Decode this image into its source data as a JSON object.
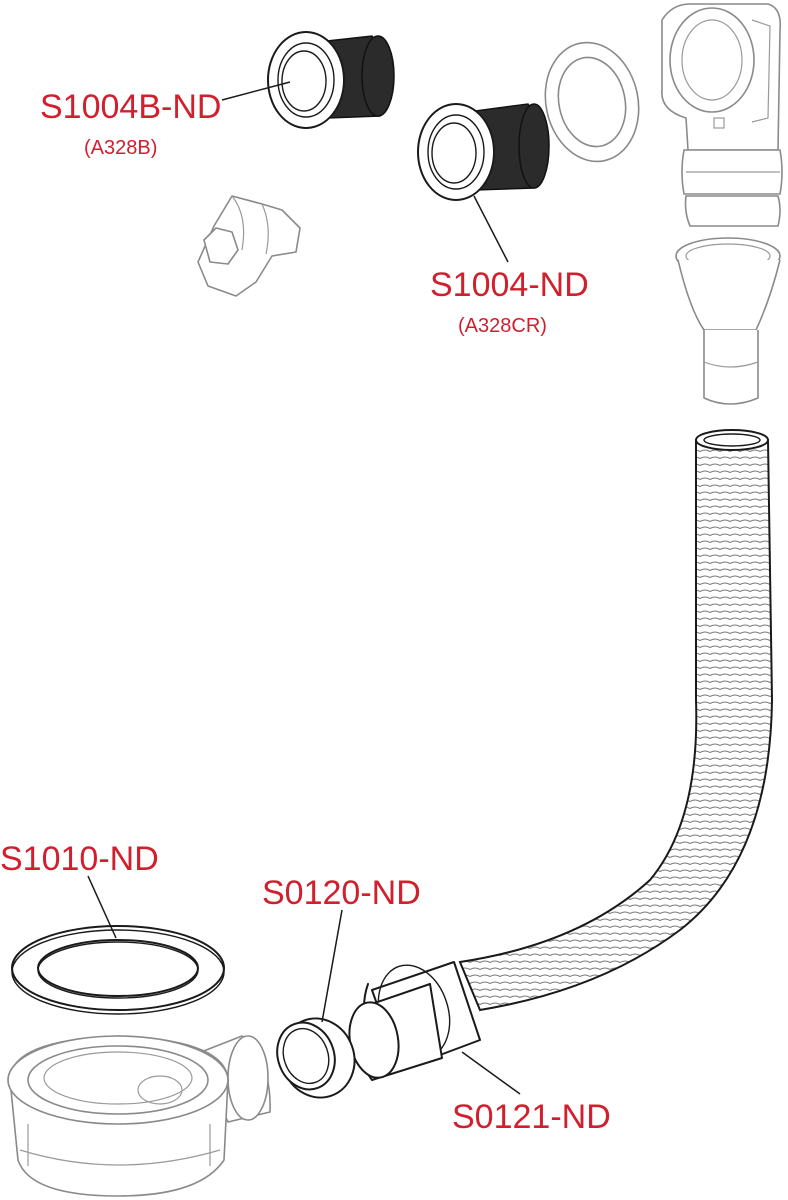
{
  "colors": {
    "label": "#d0202e",
    "line": "#1a1a1a",
    "ghost": "#9a9a9a"
  },
  "labels": {
    "s1004b": {
      "code": "S1004B-ND",
      "alt": "(A328B)"
    },
    "s1004": {
      "code": "S1004-ND",
      "alt": "(A328CR)"
    },
    "s1010": {
      "code": "S1010-ND"
    },
    "s0120": {
      "code": "S0120-ND"
    },
    "s0121": {
      "code": "S0121-ND"
    }
  }
}
